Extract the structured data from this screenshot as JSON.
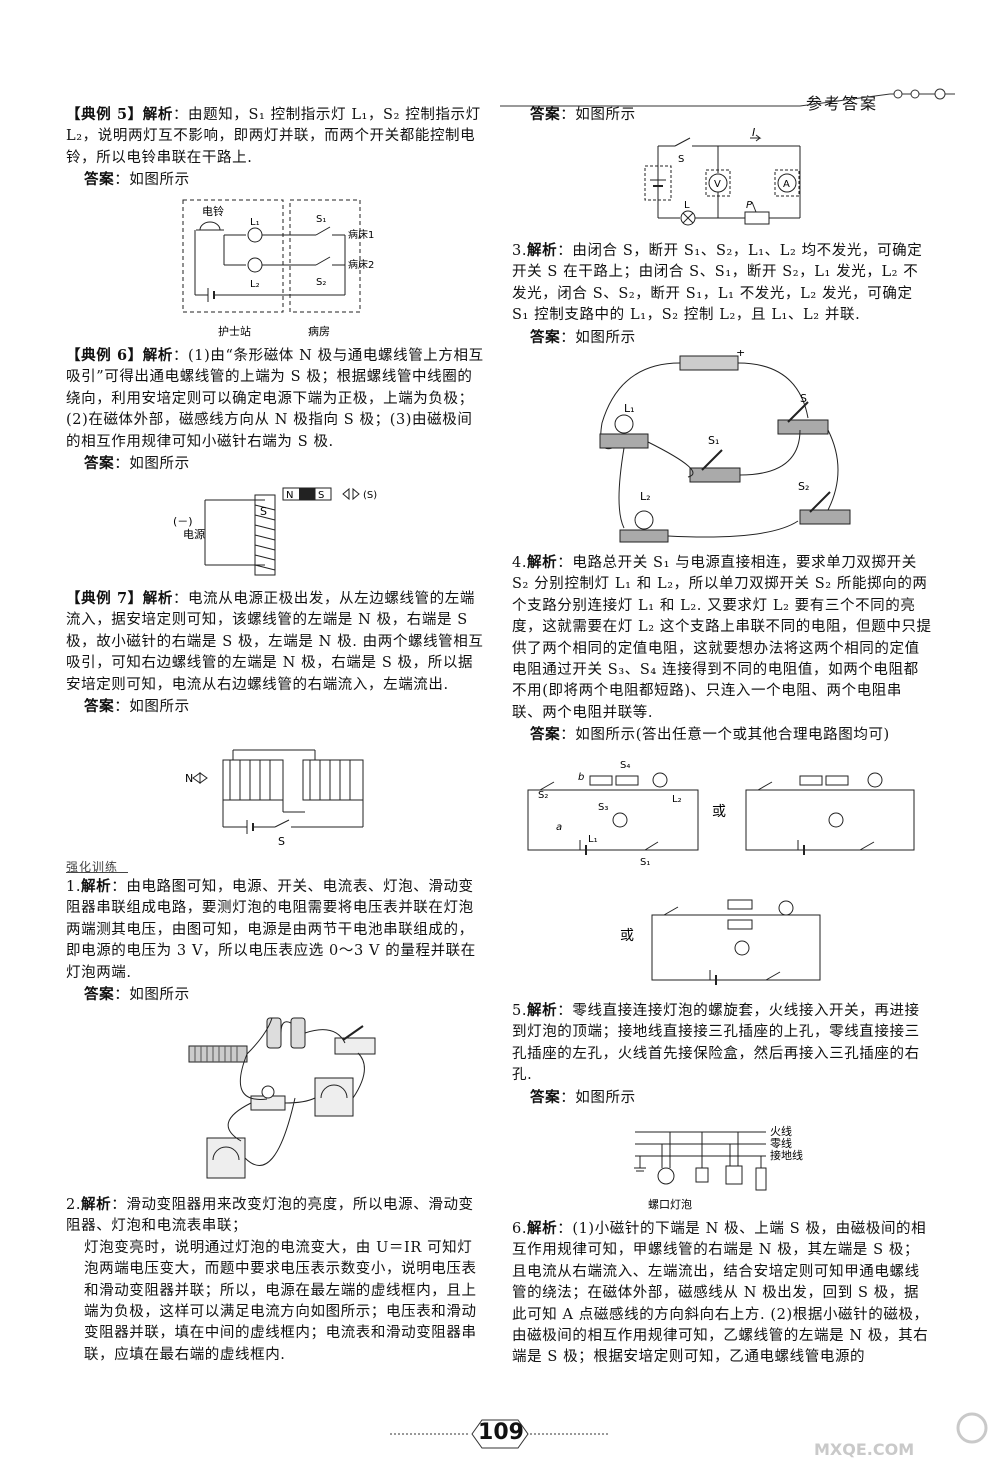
{
  "header": {
    "title": "参考答案"
  },
  "page_number": "109",
  "left": {
    "ex5": {
      "tag": "【典例 5】",
      "lead": "解析",
      "text": "：由题知，S₁ 控制指示灯 L₁，S₂ 控制指示灯 L₂，说明两灯互不影响，即两灯并联，而两个开关都能控制电铃，所以电铃串联在干路上.",
      "ans": "答案",
      "ans_text": "：如图所示"
    },
    "fig5": {
      "bell": "电铃",
      "l1": "L₁",
      "l2": "L₂",
      "s1": "S₁",
      "s2": "S₂",
      "bed1": "病床1",
      "bed2": "病床2",
      "station": "护士站",
      "ward": "病房"
    },
    "ex6": {
      "tag": "【典例 6】",
      "lead": "解析",
      "text": "：(1)由“条形磁体 N 极与通电螺线管上方相互吸引”可得出通电螺线管的上端为 S 极；根据螺线管中线圈的绕向，利用安培定则可以确定电源下端为正极，上端为负极；(2)在磁体外部，磁感线方向从 N 极指向 S 极；(3)由磁极间的相互作用规律可知小磁针右端为 S 极.",
      "ans": "答案",
      "ans_text": "：如图所示"
    },
    "fig6": {
      "neg": "(－)",
      "src": "电源",
      "s": "S",
      "n": "N",
      "s2": "S",
      "paren_s": "(S)"
    },
    "ex7": {
      "tag": "【典例 7】",
      "lead": "解析",
      "text": "：电流从电源正极出发，从左边螺线管的左端流入，据安培定则可知，该螺线管的左端是 N 极，右端是 S 极，故小磁针的右端是 S 极，左端是 N 极. 由两个螺线管相互吸引，可知右边螺线管的左端是 N 极，右端是 S 极，所以据安培定则可知，电流从右边螺线管的右端流入，左端流出.",
      "ans": "答案",
      "ans_text": "：如图所示"
    },
    "fig7": {
      "n": "N",
      "s": "S"
    },
    "training": "强化训练",
    "q1": {
      "num": "1.",
      "lead": "解析",
      "text": "：由电路图可知，电源、开关、电流表、灯泡、滑动变阻器串联组成电路，要测灯泡的电阻需要将电压表并联在灯泡两端测其电压，由图可知，电源是由两节干电池串联组成的，即电源的电压为 3 V，所以电压表应选 0～3 V 的量程并联在灯泡两端.",
      "ans": "答案",
      "ans_text": "：如图所示"
    },
    "q2": {
      "num": "2.",
      "lead": "解析",
      "text": "：滑动变阻器用来改变灯泡的亮度，所以电源、滑动变阻器、灯泡和电流表串联；",
      "text2": "灯泡变亮时，说明通过灯泡的电流变大，由 U＝IR 可知灯泡两端电压变大，而题中要求电压表示数变小，说明电压表和滑动变阻器并联；所以，电源在最左端的虚线框内，且上端为负极，这样可以满足电流方向如图所示；电压表和滑动变阻器并联，填在中间的虚线框内；电流表和滑动变阻器串联，应填在最右端的虚线框内."
    }
  },
  "right": {
    "a1": {
      "ans": "答案",
      "ans_text": "：如图所示"
    },
    "figA": {
      "i": "I",
      "s": "S",
      "v": "V",
      "a": "A",
      "l": "L",
      "p": "P"
    },
    "q3": {
      "num": "3.",
      "lead": "解析",
      "text": "：由闭合 S，断开 S₁、S₂，L₁、L₂ 均不发光，可确定开关 S 在干路上；由闭合 S、S₁，断开 S₂，L₁ 发光，L₂ 不发光，闭合 S、S₂，断开 S₁，L₁ 不发光，L₂ 发光，可确定 S₁ 控制支路中的 L₁，S₂ 控制 L₂，且 L₁、L₂ 并联.",
      "ans": "答案",
      "ans_text": "：如图所示"
    },
    "fig3": {
      "l1": "L₁",
      "l2": "L₂",
      "s": "S",
      "s1": "S₁",
      "s2": "S₂",
      "plus": "+"
    },
    "q4": {
      "num": "4.",
      "lead": "解析",
      "text": "：电路总开关 S₁ 与电源直接相连，要求单刀双掷开关 S₂ 分别控制灯 L₁ 和 L₂，所以单刀双掷开关 S₂ 所能掷向的两个支路分别连接灯 L₁ 和 L₂. 又要求灯 L₂ 要有三个不同的亮度，这就需要在灯 L₂ 这个支路上串联不同的电阻，但题中只提供了两个相同的定值电阻，这就要想办法将这两个相同的定值电阻通过开关 S₃、S₄ 连接得到不同的电阻值，如两个电阻都不用(即将两个电阻都短路)、只连入一个电阻、两个电阻串联、两个电阻并联等.",
      "ans": "答案",
      "ans_text": "：如图所示(答出任意一个或其他合理电路图均可)"
    },
    "fig4": {
      "s1": "S₁",
      "s2": "S₂",
      "s3": "S₃",
      "s4": "S₄",
      "l1": "L₁",
      "l2": "L₂",
      "a": "a",
      "b": "b",
      "or1": "或",
      "or2": "或"
    },
    "q5": {
      "num": "5.",
      "lead": "解析",
      "text": "：零线直接连接灯泡的螺旋套，火线接入开关，再进接到灯泡的顶端；接地线直接接三孔插座的上孔，零线直接接三孔插座的左孔，火线首先接保险盒，然后再接入三孔插座的右孔.",
      "ans": "答案",
      "ans_text": "：如图所示"
    },
    "fig5r": {
      "live": "火线",
      "neutral": "零线",
      "ground": "接地线",
      "bulb": "螺口灯泡"
    },
    "q6": {
      "num": "6.",
      "lead": "解析",
      "text": "：(1)小磁针的下端是 N 极、上端 S 极，由磁极间的相互作用规律可知，甲螺线管的右端是 N 极，其左端是 S 极；且电流从右端流入、左端流出，结合安培定则可知甲通电螺线管的绕法；在磁体外部，磁感线从 N 极出发，回到 S 极，据此可知 A 点磁感线的方向斜向右上方. (2)根据小磁针的磁极，由磁极间的相互作用规律可知，乙螺线管的左端是 N 极，其右端是 S 极；根据安培定则可知，乙通电螺线管电源的"
    }
  },
  "watermark": "MXQE.COM"
}
